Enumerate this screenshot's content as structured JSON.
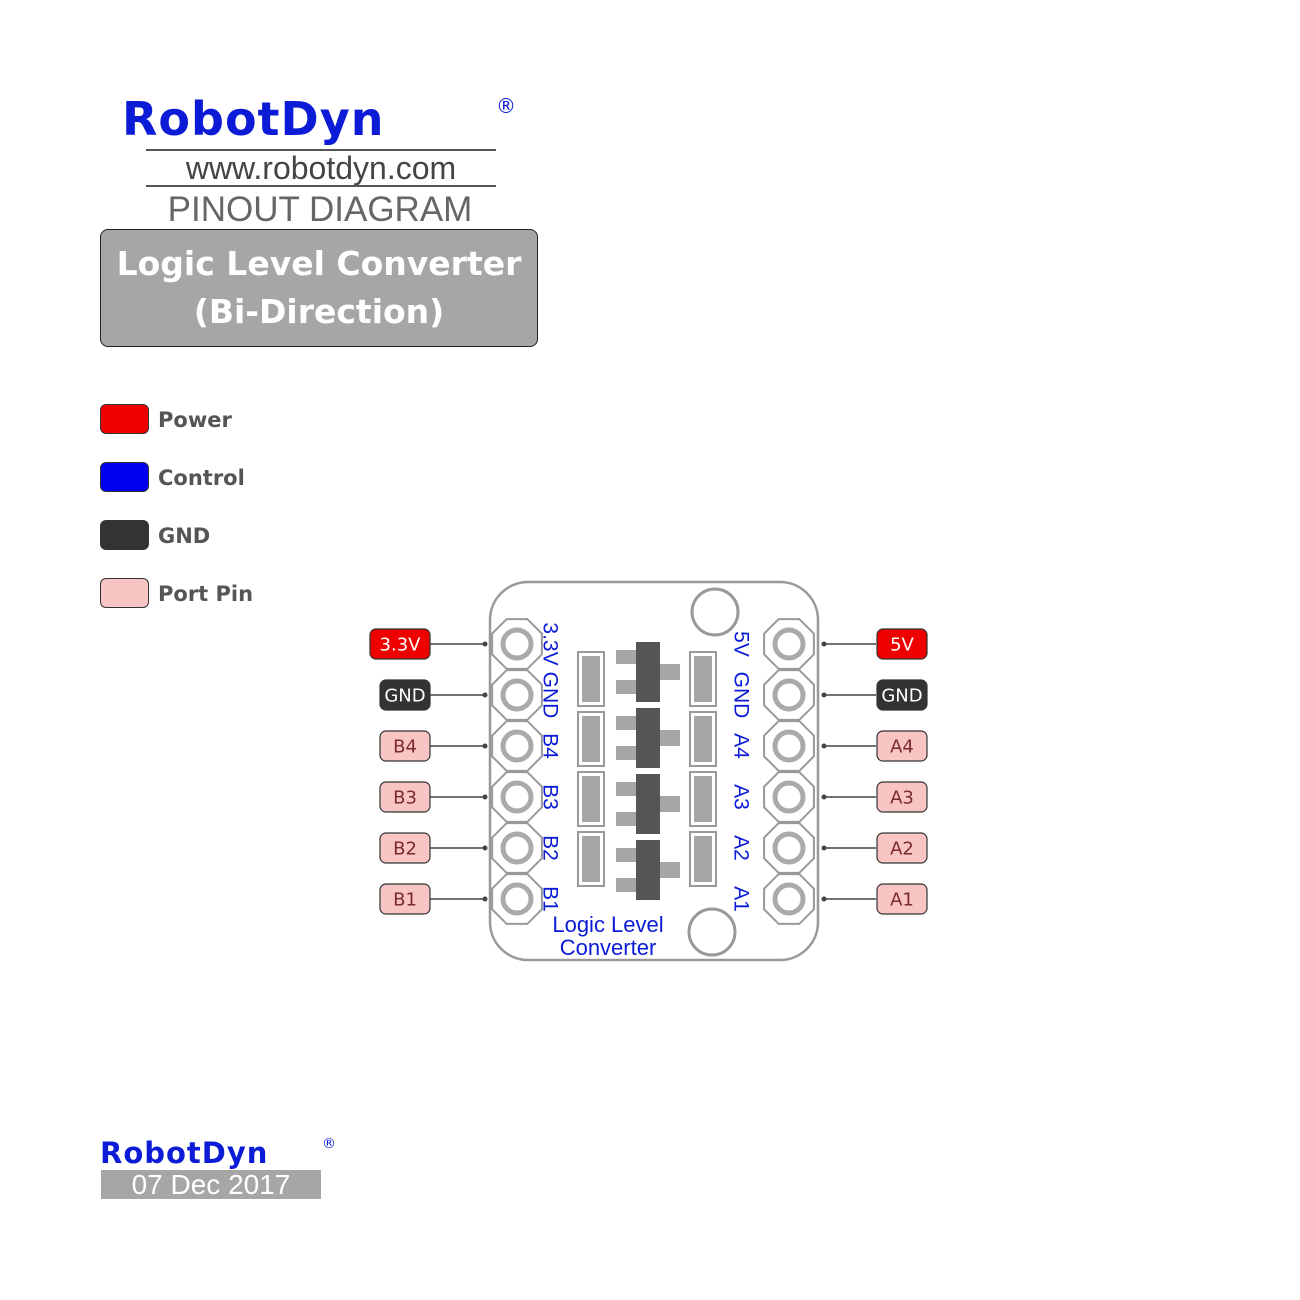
{
  "header": {
    "brand": "RobotDyn",
    "registered": "®",
    "website": "www.robotdyn.com",
    "subtitle": "PINOUT DIAGRAM",
    "title_line1": "Logic Level Converter",
    "title_line2": "(Bi-Direction)"
  },
  "legend": [
    {
      "label": "Power",
      "color": "#ee0000"
    },
    {
      "label": "Control",
      "color": "#0000ee"
    },
    {
      "label": "GND",
      "color": "#333333"
    },
    {
      "label": "Port Pin",
      "color": "#f8c4c4"
    }
  ],
  "board": {
    "caption_line1": "Logic Level",
    "caption_line2": "Converter",
    "left_pins": [
      {
        "board_label": "3.3V",
        "badge": "3.3V",
        "type": "power"
      },
      {
        "board_label": "GND",
        "badge": "GND",
        "type": "gnd"
      },
      {
        "board_label": "B4",
        "badge": "B4",
        "type": "port"
      },
      {
        "board_label": "B3",
        "badge": "B3",
        "type": "port"
      },
      {
        "board_label": "B2",
        "badge": "B2",
        "type": "port"
      },
      {
        "board_label": "B1",
        "badge": "B1",
        "type": "port"
      }
    ],
    "right_pins": [
      {
        "board_label": "5V",
        "badge": "5V",
        "type": "power"
      },
      {
        "board_label": "GND",
        "badge": "GND",
        "type": "gnd"
      },
      {
        "board_label": "A4",
        "badge": "A4",
        "type": "port"
      },
      {
        "board_label": "A3",
        "badge": "A3",
        "type": "port"
      },
      {
        "board_label": "A2",
        "badge": "A2",
        "type": "port"
      },
      {
        "board_label": "A1",
        "badge": "A1",
        "type": "port"
      }
    ]
  },
  "colors": {
    "power": "#ee0000",
    "gnd": "#333333",
    "port": "#f8c4c4",
    "port_text": "#7a2a2a",
    "brand_blue": "#0b1bd6"
  },
  "footer": {
    "brand": "RobotDyn",
    "registered": "®",
    "date": "07 Dec 2017"
  }
}
